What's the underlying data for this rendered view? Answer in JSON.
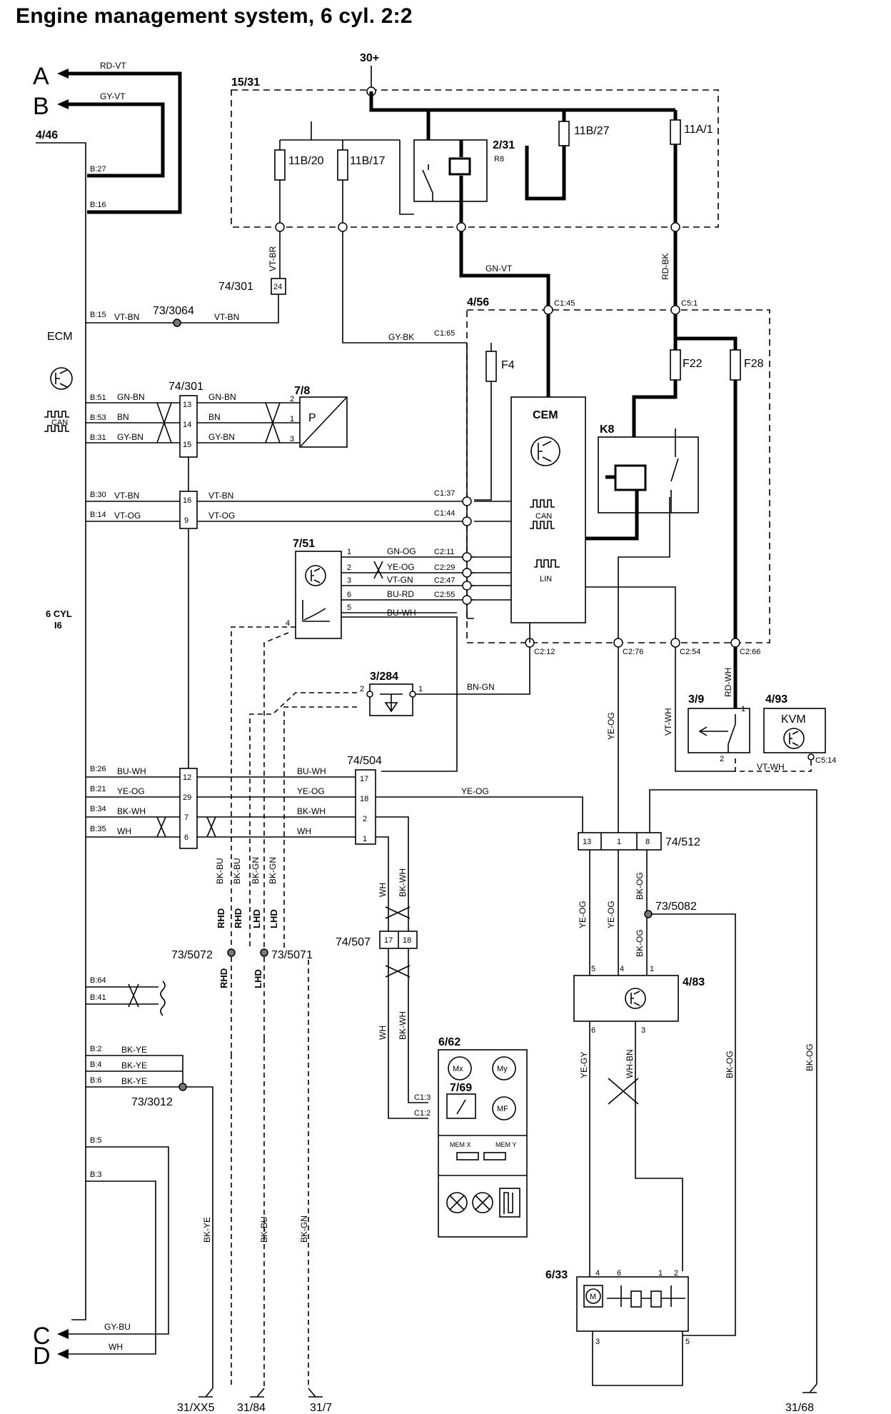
{
  "title": "Engine management system, 6 cyl. 2:2",
  "connectors": {
    "A": "A",
    "B": "B",
    "C": "C",
    "D": "D"
  },
  "components": {
    "fuse_box_15_31": "15/31",
    "ecm_4_46": "4/46",
    "ecm_label": "ECM",
    "ecm_cyl": "6 CYL",
    "ecm_i6": "I6",
    "can_ecm": "CAN",
    "cem_4_56": "4/56",
    "cem_label": "CEM",
    "can_cem": "CAN",
    "lin_cem": "LIN",
    "relay_k8": "K8",
    "relay_2_31": "2/31",
    "relay_r8": "R8",
    "fuse_11b20": "11B/20",
    "fuse_11b17": "11B/17",
    "fuse_11b27": "11B/27",
    "fuse_11a1": "11A/1",
    "fuse_f4": "F4",
    "fuse_f22": "F22",
    "fuse_f28": "F28",
    "splice_74_301a": "74/301",
    "splice_74_301b": "74/301",
    "sensor_7_8": "7/8",
    "sensor_7_8_p": "P",
    "module_7_51": "7/51",
    "switch_3_284": "3/284",
    "splice_74_504": "74/504",
    "switch_3_9": "3/9",
    "kvm_4_93": "4/93",
    "kvm_label": "KVM",
    "splice_74_512": "74/512",
    "splice_73_5082": "73/5082",
    "module_4_83": "4/83",
    "splice_74_507": "74/507",
    "splice_73_5072": "73/5072",
    "splice_73_5071": "73/5071",
    "splice_73_3064": "73/3064",
    "splice_73_3012": "73/3012",
    "unit_6_62": "6/62",
    "unit_7_69": "7/69",
    "unit_6_33": "6/33",
    "mem_x": "MEM X",
    "mem_y": "MEM Y",
    "motor_mx": "Mx",
    "motor_my": "My",
    "motor_mf": "MF",
    "motor_m": "M",
    "power_30": "30+",
    "rhd_a": "RHD",
    "rhd_b": "RHD",
    "lhd_a": "LHD",
    "lhd_b": "LHD",
    "rhd_c": "RHD",
    "lhd_c": "LHD"
  },
  "grounds": {
    "g1": "31/XX5",
    "g2": "31/84",
    "g3": "31/7",
    "g4": "31/68"
  },
  "wire_labels": {
    "rd_vt": "RD-VT",
    "gy_vt": "GY-VT",
    "vt_br": "VT-BR",
    "gn_vt": "GN-VT",
    "rd_bk": "RD-BK",
    "vt_bn_a": "VT-BN",
    "vt_bn_b": "VT-BN",
    "gy_bk": "GY-BK",
    "gn_bn_a": "GN-BN",
    "bn_a": "BN",
    "gy_bn_a": "GY-BN",
    "gn_bn_b": "GN-BN",
    "bn_b": "BN",
    "gy_bn_b": "GY-BN",
    "vt_bn_c": "VT-BN",
    "vt_og_a": "VT-OG",
    "vt_bn_d": "VT-BN",
    "vt_og_b": "VT-OG",
    "gn_og": "GN-OG",
    "ye_og_a": "YE-OG",
    "vt_gn": "VT-GN",
    "bu_rd": "BU-RD",
    "bu_wh_a": "BU-WH",
    "bn_gn": "BN-GN",
    "ye_og_b": "YE-OG",
    "vt_wh_a": "VT-WH",
    "rd_wh": "RD-WH",
    "vt_wh_b": "VT-WH",
    "bu_wh_b": "BU-WH",
    "ye_og_c": "YE-OG",
    "bk_wh_a": "BK-WH",
    "wh_a": "WH",
    "bu_wh_c": "BU-WH",
    "ye_og_d": "YE-OG",
    "bk_wh_b": "BK-WH",
    "wh_b": "WH",
    "ye_og_e": "YE-OG",
    "bk_bu_a": "BK-BU",
    "bk_bu_b": "BK-BU",
    "bk_gn_a": "BK-GN",
    "bk_gn_b": "BK-GN",
    "wh_c": "WH",
    "bk_wh_c": "BK-WH",
    "wh_d": "WH",
    "bk_wh_d": "BK-WH",
    "ye_og_f": "YE-OG",
    "ye_og_g": "YE-OG",
    "bk_og_a": "BK-OG",
    "bk_og_b": "BK-OG",
    "ye_gy": "YE-GY",
    "wh_bn": "WH-BN",
    "bk_og_c": "BK-OG",
    "bk_og_d": "BK-OG",
    "bk_ye_a": "BK-YE",
    "bk_ye_b": "BK-YE",
    "bk_ye_c": "BK-YE",
    "bk_ye_d": "BK-YE",
    "bk_bu_c": "BK-BU",
    "bk_gn_c": "BK-GN",
    "gy_bu": "GY-BU",
    "wh_e": "WH"
  },
  "pins": {
    "b27": "B:27",
    "b16": "B:16",
    "b15": "B:15",
    "b51": "B:51",
    "b53": "B:53",
    "b31": "B:31",
    "b30": "B:30",
    "b14": "B:14",
    "b26": "B:26",
    "b21": "B:21",
    "b34": "B:34",
    "b35": "B:35",
    "b64": "B:64",
    "b41": "B:41",
    "b2": "B:2",
    "b4": "B:4",
    "b6": "B:6",
    "b5": "B:5",
    "b3": "B:3",
    "c1_45": "C1:45",
    "c5_1": "C5:1",
    "c1_65": "C1:65",
    "c1_37": "C1:37",
    "c1_44": "C1:44",
    "c2_11": "C2:11",
    "c2_29": "C2:29",
    "c2_47": "C2:47",
    "c2_55": "C2:55",
    "c2_12": "C2:12",
    "c2_76": "C2:76",
    "c2_54": "C2:54",
    "c2_66": "C2:66",
    "c5_14": "C5:14",
    "c1_3": "C1:3",
    "c1_2": "C1:2",
    "s24": "24",
    "s13": "13",
    "s14": "14",
    "s15": "15",
    "s16": "16",
    "s9": "9",
    "s12": "12",
    "s29": "29",
    "s7": "7",
    "s6": "6",
    "s17": "17",
    "s18": "18",
    "s2": "2",
    "s1": "1",
    "t13": "13",
    "t1": "1",
    "t8": "8",
    "u17": "17",
    "u18": "18",
    "p1": "1",
    "p2": "2",
    "p3": "3",
    "p4": "4",
    "p5": "5",
    "p6": "6"
  }
}
